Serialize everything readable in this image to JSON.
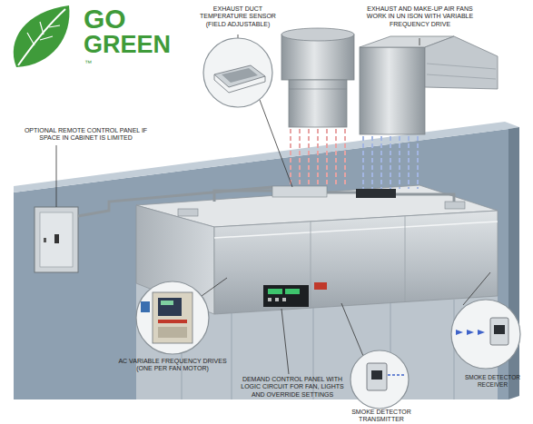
{
  "diagram": {
    "labels": [
      "GO",
      "GREEN",
      "™",
      "EXHAUST DUCT TEMPERATURE SENSOR (FIELD ADJUSTABLE)",
      "EXHAUST AND MAKE-UP AIR FANS WORK IN UN ISON WITH VARIABLE FREQUENCY DRIVE",
      "OPTIONAL REMOTE CONTROL PANEL IF SPACE IN CABINET IS LIMITED",
      "AC VARIABLE FREQUENCY DRIVES (ONE PER FAN MOTOR)",
      "DEMAND CONTROL PANEL WITH LOGIC CIRCUIT FOR FAN, LIGHTS AND OVERRIDE SETTINGS",
      "SMOKE DETECTOR TRANSMITTER",
      "SMOKE DETECTOR RECEIVER"
    ]
  }
}
